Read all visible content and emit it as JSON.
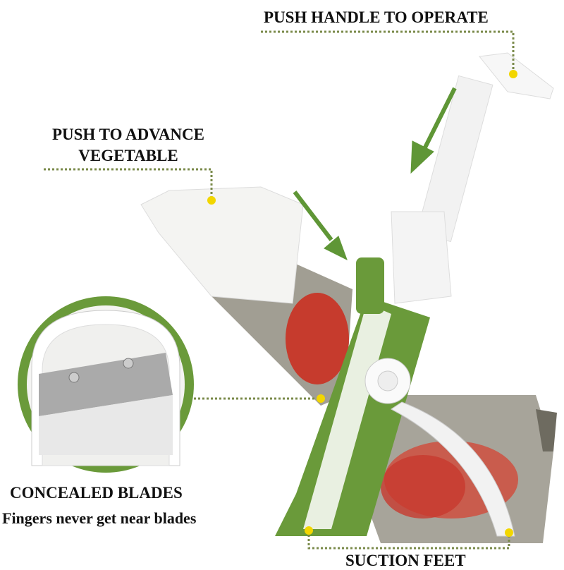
{
  "labels": {
    "push_handle": "PUSH HANDLE TO OPERATE",
    "push_advance_line1": "PUSH TO ADVANCE",
    "push_advance_line2": "VEGETABLE",
    "concealed_blades": "CONCEALED BLADES",
    "fingers_note": "Fingers never get near blades",
    "suction_feet": "SUCTION FEET"
  },
  "colors": {
    "accent_green": "#6a9a3a",
    "dotted_line": "#7a8a4a",
    "marker_yellow": "#f2d600",
    "arrow_green": "#5f9636",
    "smoke_plastic": "#8a8678"
  }
}
